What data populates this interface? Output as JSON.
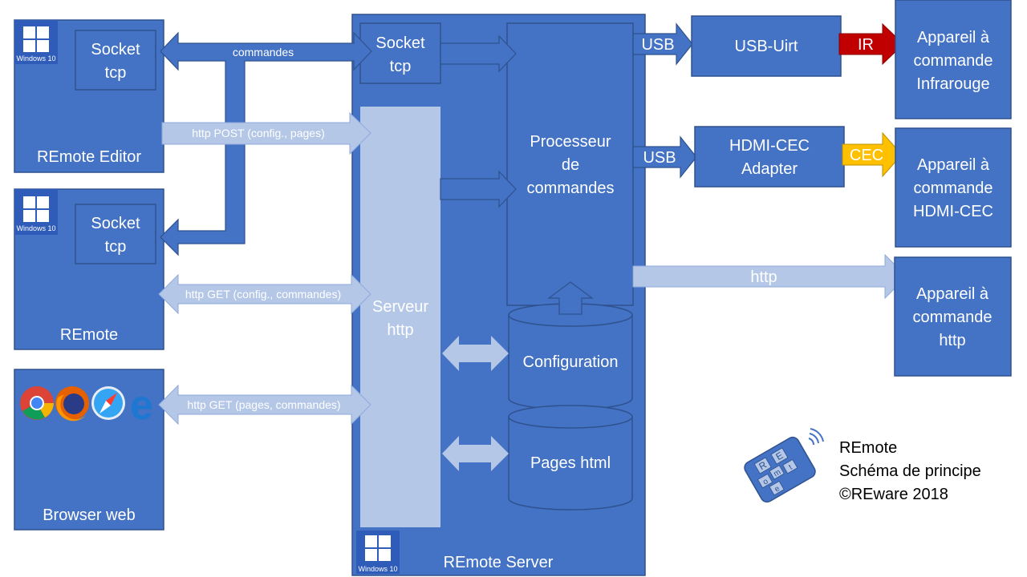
{
  "clients": {
    "editor": {
      "title": "REmote Editor",
      "socket_line1": "Socket",
      "socket_line2": "tcp",
      "os_badge": "Windows 10"
    },
    "remote": {
      "title": "REmote",
      "socket_line1": "Socket",
      "socket_line2": "tcp",
      "os_badge": "Windows 10"
    },
    "browser": {
      "title": "Browser web",
      "icons": [
        "chrome-icon",
        "firefox-icon",
        "safari-icon",
        "edge-icon"
      ]
    }
  },
  "links": {
    "commands": "commandes",
    "http_post": "http POST (config., pages)",
    "http_get_remote": "http GET (config., commandes)",
    "http_get_browser": "http GET (pages, commandes)"
  },
  "server": {
    "title": "REmote Server",
    "os_badge": "Windows 10",
    "socket_line1": "Socket",
    "socket_line2": "tcp",
    "http_line1": "Serveur",
    "http_line2": "http",
    "processor_line1": "Processeur",
    "processor_line2": "de",
    "processor_line3": "commandes",
    "config_db": "Configuration",
    "pages_db": "Pages html"
  },
  "outputs": {
    "usb1": "USB",
    "usb2": "USB",
    "usbuirt": "USB-Uirt",
    "hdmi_line1": "HDMI-CEC",
    "hdmi_line2": "Adapter",
    "ir": "IR",
    "cec": "CEC",
    "http": "http"
  },
  "devices": {
    "ir": {
      "line1": "Appareil à",
      "line2": "commande",
      "line3": "Infrarouge"
    },
    "cec": {
      "line1": "Appareil à",
      "line2": "commande",
      "line3": "HDMI-CEC"
    },
    "http": {
      "line1": "Appareil à",
      "line2": "commande",
      "line3": "http"
    }
  },
  "legend": {
    "line1": "REmote",
    "line2": "Schéma de principe",
    "line3": "©REware 2018",
    "logo_letters": [
      "R",
      "E",
      "m",
      "o",
      "t",
      "e"
    ]
  },
  "colors": {
    "box": "#4472c4",
    "box_border": "#2f528f",
    "light": "#b4c7e7",
    "ir_arrow": "#c00000",
    "cec_arrow": "#ffc000"
  }
}
